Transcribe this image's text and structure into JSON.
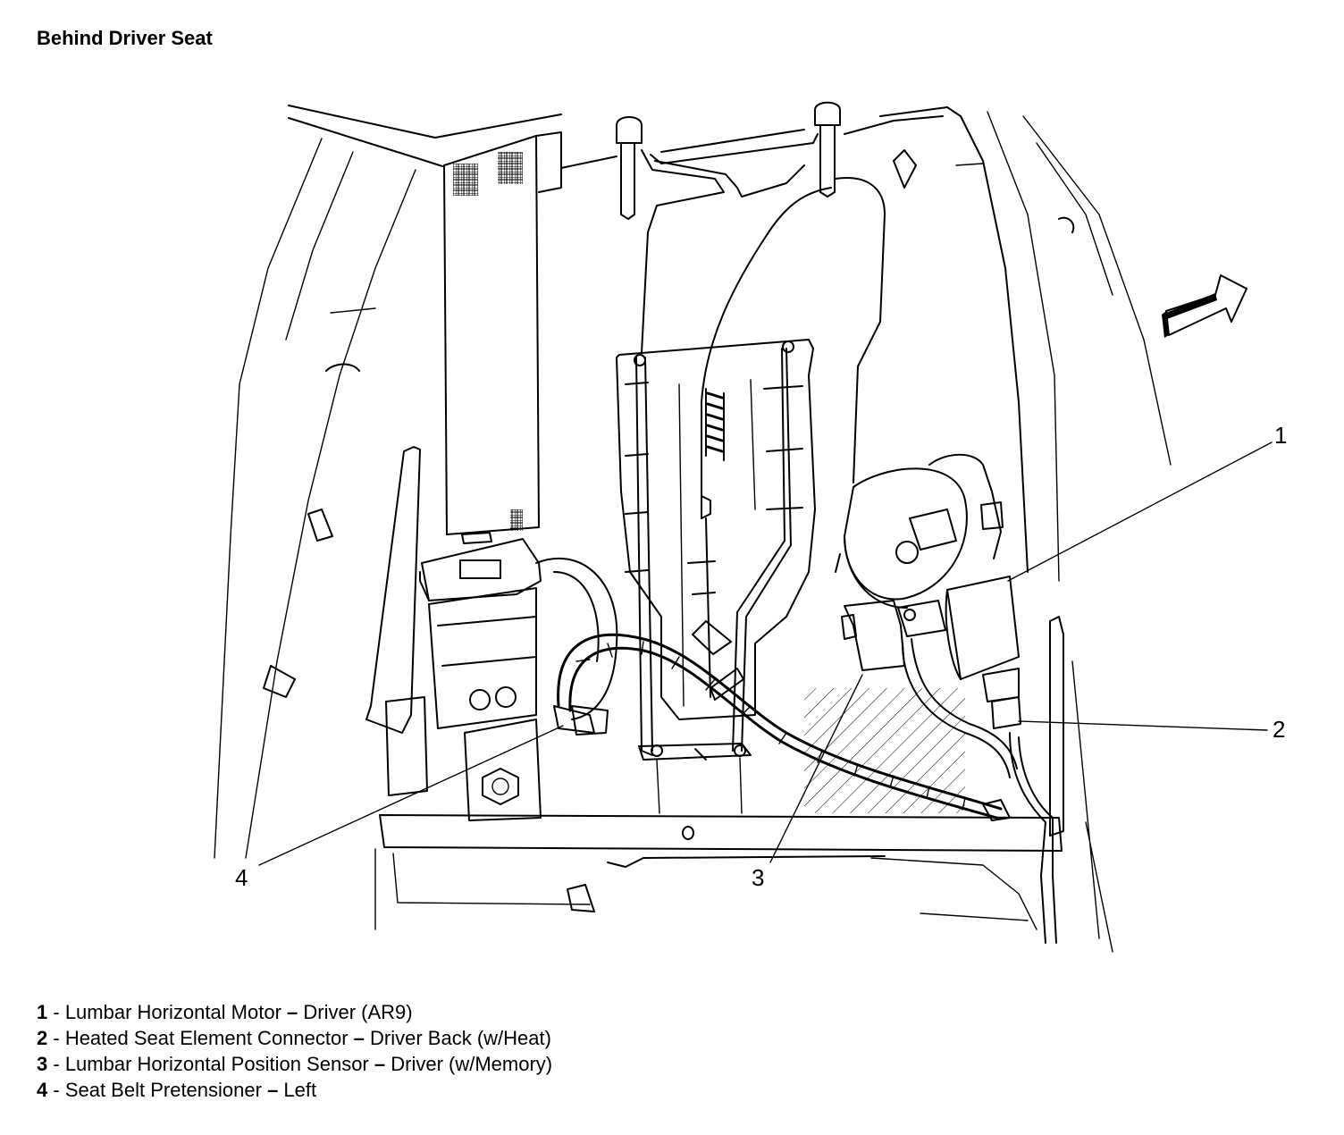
{
  "title": "Behind Driver Seat",
  "callouts": [
    "1",
    "2",
    "3",
    "4"
  ],
  "legend": [
    {
      "num": "1",
      "sep": " - ",
      "text": "Lumbar Horizontal Motor ",
      "dash": "–",
      "rest": " Driver (AR9)"
    },
    {
      "num": "2",
      "sep": " - ",
      "text": "Heated Seat Element Connector ",
      "dash": "–",
      "rest": " Driver Back (w/Heat)"
    },
    {
      "num": "3",
      "sep": " - ",
      "text": "Lumbar Horizontal Position Sensor ",
      "dash": "–",
      "rest": " Driver (w/Memory)"
    },
    {
      "num": "4",
      "sep": " - ",
      "text": "Seat Belt Pretensioner ",
      "dash": "–",
      "rest": " Left"
    }
  ]
}
